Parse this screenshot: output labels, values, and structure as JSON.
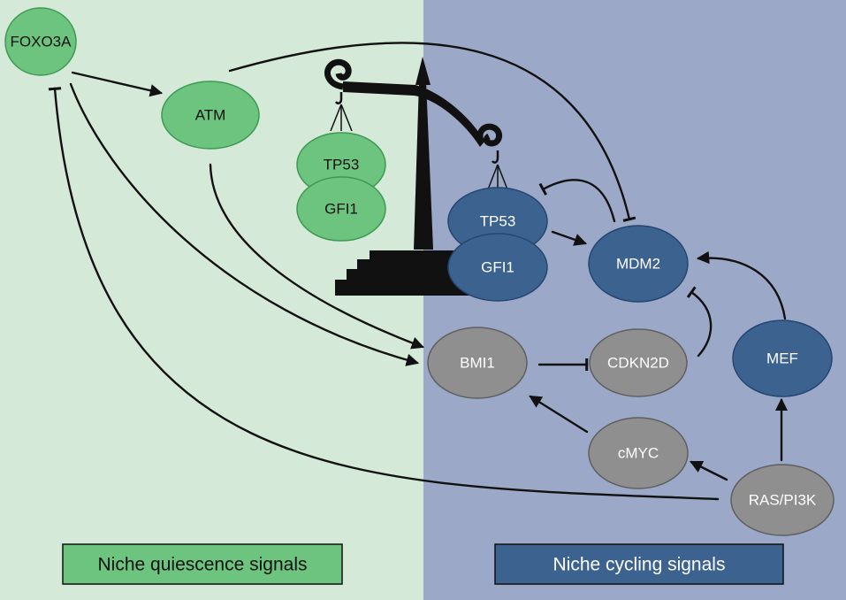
{
  "colors": {
    "quiescence_bg": "#d4e9d7",
    "cycling_bg": "#9ba8c7",
    "green_node": "#6cc47f",
    "green_stroke": "#3d9a52",
    "blue_node": "#3c6290",
    "blue_stroke": "#25466f",
    "grey_node": "#8f8f8f",
    "grey_stroke": "#5f5f5f",
    "scale": "#111111"
  },
  "nodes": {
    "foxo3a": "FOXO3A",
    "atm": "ATM",
    "tp53_left": "TP53",
    "gfi1_left": "GFI1",
    "tp53_right": "TP53",
    "gfi1_right": "GFI1",
    "mdm2": "MDM2",
    "mef": "MEF",
    "bmi1": "BMI1",
    "cdkn2d": "CDKN2D",
    "cmyc": "cMYC",
    "ras_pi3k": "RAS/PI3K"
  },
  "legend": {
    "quiescence": "Niche quiescence signals",
    "cycling": "Niche cycling signals"
  },
  "icons": {
    "balance": "balance-scale-icon"
  }
}
